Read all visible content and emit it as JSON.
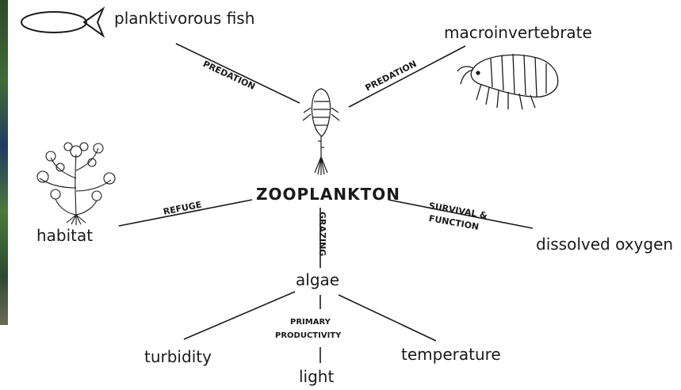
{
  "nodes": {
    "planktivorous_fish": "planktivorous fish",
    "macroinvertebrate": "macroinvertebrate",
    "zooplankton": "ZOOPLANKTON",
    "habitat": "habitat",
    "dissolved_oxygen": "dissolved oxygen",
    "algae": "algae",
    "turbidity": "turbidity",
    "temperature": "temperature",
    "light": "light"
  },
  "edges": {
    "predation_fish": "PREDATION",
    "predation_macro": "PREDATION",
    "refuge": "REFUGE",
    "survival_line1": "SURVIVAL &",
    "survival_line2": "FUNCTION",
    "grazing": "GRAZING",
    "primary_line1": "PRIMARY",
    "primary_line2": "PRODUCTIVITY"
  },
  "icons": [
    "fish-outline-icon",
    "zooplankton-icon",
    "amphipod-icon",
    "aquatic-plant-icon"
  ],
  "colors": {
    "line": "#1a1a1a",
    "background": "#ffffff",
    "left_strip": "#2f5a2a"
  }
}
